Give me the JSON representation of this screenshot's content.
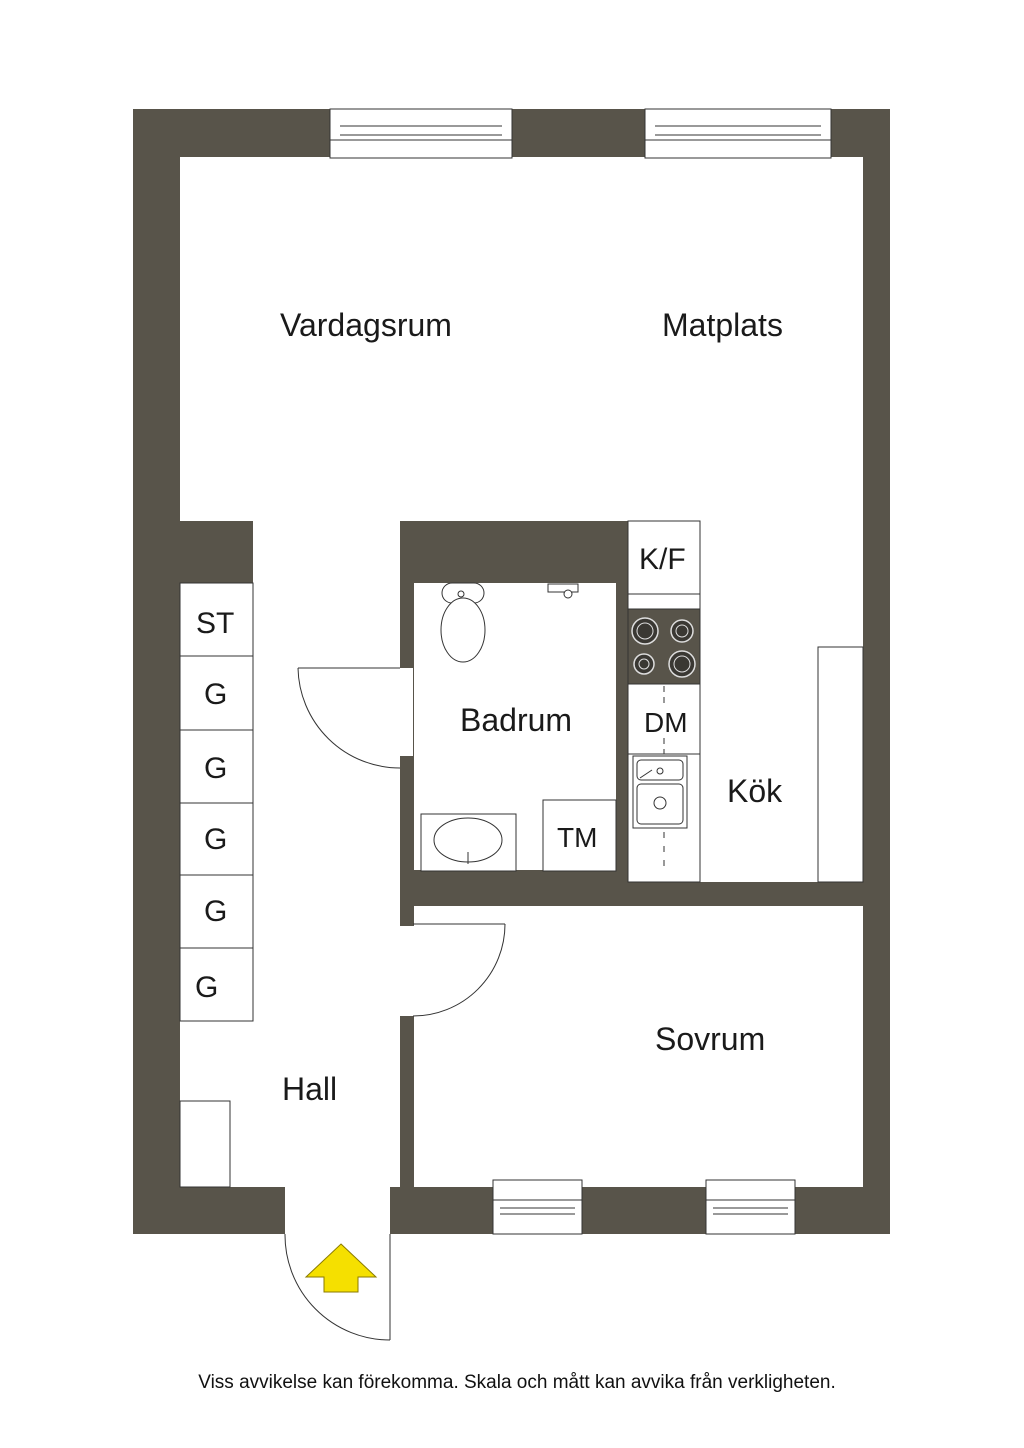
{
  "rooms": {
    "vardagsrum": "Vardagsrum",
    "matplats": "Matplats",
    "badrum": "Badrum",
    "kok": "Kök",
    "sovrum": "Sovrum",
    "hall": "Hall"
  },
  "fixtures": {
    "st": "ST",
    "g1": "G",
    "g2": "G",
    "g3": "G",
    "g4": "G",
    "g5": "G",
    "kf": "K/F",
    "dm": "DM",
    "tm": "TM"
  },
  "footer": {
    "disclaimer": "Viss avvikelse kan förekomma. Skala och mått kan avvika från verkligheten."
  },
  "colors": {
    "wall": "#58544a",
    "entrance_arrow": "#f5e000"
  }
}
